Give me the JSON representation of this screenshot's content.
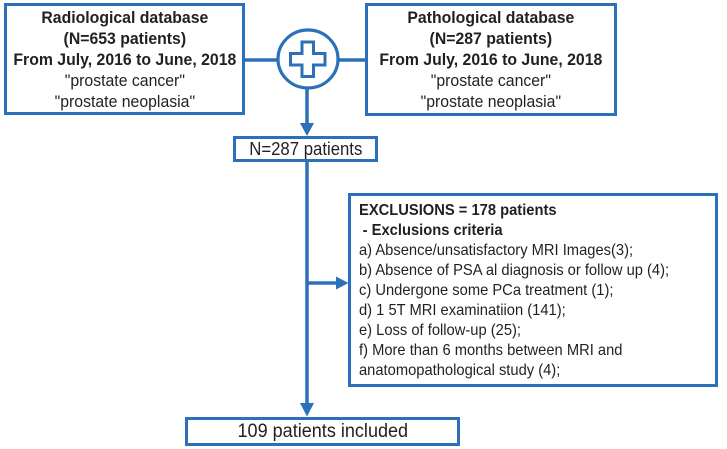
{
  "diagram": {
    "accent_color": "#2B70B9",
    "text_color": "#231F20",
    "radiological_db": {
      "title": "Radiological database",
      "count": "(N=653 patients)",
      "period": "From July, 2016 to June, 2018",
      "search_term_1": "\"prostate cancer\"",
      "search_term_2": "\"prostate neoplasia\""
    },
    "pathological_db": {
      "title": "Pathological database",
      "count": "(N=287 patients)",
      "period": "From July, 2016 to June, 2018",
      "search_term_1": "\"prostate cancer\"",
      "search_term_2": "\"prostate neoplasia\""
    },
    "merge_icon": "plus-circle-icon",
    "merged_total": "N=287 patients",
    "exclusions": {
      "header": "EXCLUSIONS = 178 patients",
      "subheader": "- Exclusions criteria",
      "items": [
        "a) Absence/unsatisfactory MRI Images(3);",
        "b) Absence of PSA al diagnosis or follow up (4);",
        "c) Undergone some PCa treatment (1);",
        "d) 1 5T MRI examinatiion (141);",
        "e) Loss of follow-up (25);",
        "f) More than 6 months between MRI and anatomopathological study (4);"
      ]
    },
    "included": "109 patients included"
  }
}
